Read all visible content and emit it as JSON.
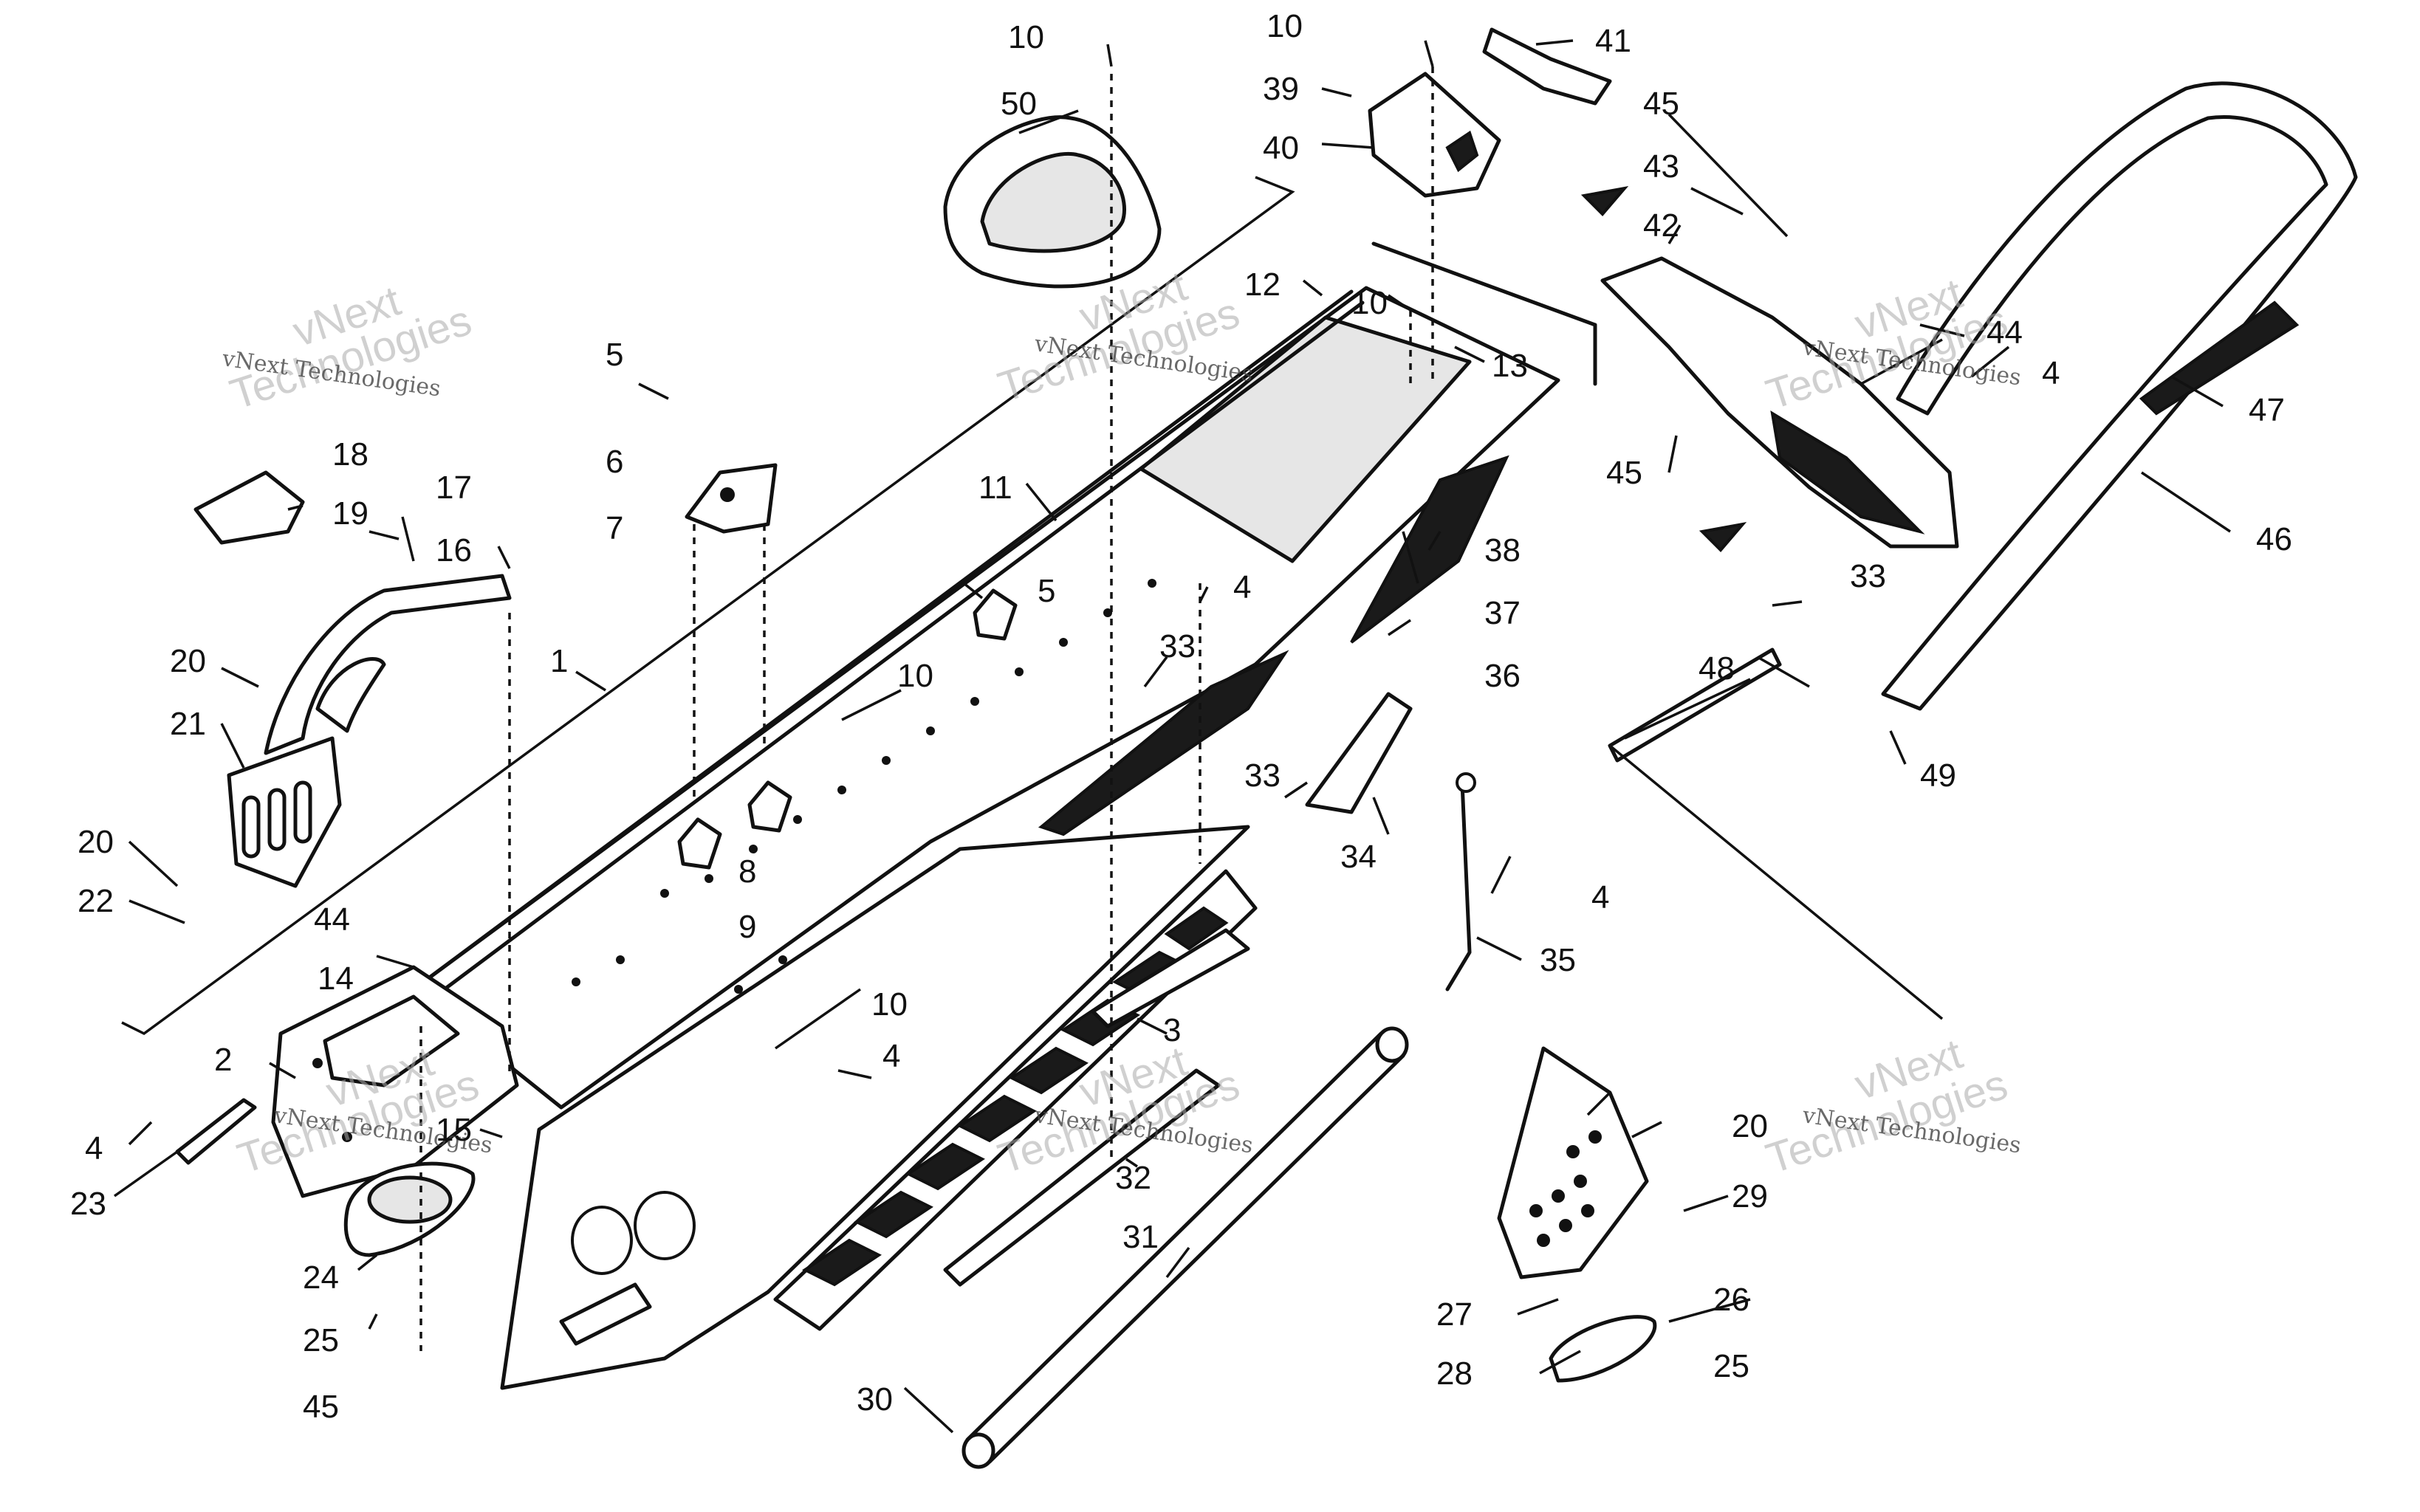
{
  "watermark": {
    "brand": "vNext",
    "name": "Technologies",
    "full": "vNext Technologies"
  },
  "callouts": [
    {
      "id": "c1",
      "label": "1"
    },
    {
      "id": "c2",
      "label": "2"
    },
    {
      "id": "c3",
      "label": "3"
    },
    {
      "id": "c4a",
      "label": "4"
    },
    {
      "id": "c4b",
      "label": "4"
    },
    {
      "id": "c4c",
      "label": "4"
    },
    {
      "id": "c4d",
      "label": "4"
    },
    {
      "id": "c4e",
      "label": "4"
    },
    {
      "id": "c5a",
      "label": "5"
    },
    {
      "id": "c5b",
      "label": "5"
    },
    {
      "id": "c6",
      "label": "6"
    },
    {
      "id": "c7",
      "label": "7"
    },
    {
      "id": "c8",
      "label": "8"
    },
    {
      "id": "c9",
      "label": "9"
    },
    {
      "id": "c10a",
      "label": "10"
    },
    {
      "id": "c10b",
      "label": "10"
    },
    {
      "id": "c10c",
      "label": "10"
    },
    {
      "id": "c10d",
      "label": "10"
    },
    {
      "id": "c10e",
      "label": "10"
    },
    {
      "id": "c11",
      "label": "11"
    },
    {
      "id": "c12",
      "label": "12"
    },
    {
      "id": "c13",
      "label": "13"
    },
    {
      "id": "c14",
      "label": "14"
    },
    {
      "id": "c15",
      "label": "15"
    },
    {
      "id": "c16",
      "label": "16"
    },
    {
      "id": "c17",
      "label": "17"
    },
    {
      "id": "c18",
      "label": "18"
    },
    {
      "id": "c19",
      "label": "19"
    },
    {
      "id": "c20a",
      "label": "20"
    },
    {
      "id": "c20b",
      "label": "20"
    },
    {
      "id": "c20c",
      "label": "20"
    },
    {
      "id": "c21",
      "label": "21"
    },
    {
      "id": "c22",
      "label": "22"
    },
    {
      "id": "c23",
      "label": "23"
    },
    {
      "id": "c24",
      "label": "24"
    },
    {
      "id": "c25a",
      "label": "25"
    },
    {
      "id": "c25b",
      "label": "25"
    },
    {
      "id": "c26",
      "label": "26"
    },
    {
      "id": "c27",
      "label": "27"
    },
    {
      "id": "c28",
      "label": "28"
    },
    {
      "id": "c29",
      "label": "29"
    },
    {
      "id": "c30",
      "label": "30"
    },
    {
      "id": "c31",
      "label": "31"
    },
    {
      "id": "c32",
      "label": "32"
    },
    {
      "id": "c33a",
      "label": "33"
    },
    {
      "id": "c33b",
      "label": "33"
    },
    {
      "id": "c33c",
      "label": "33"
    },
    {
      "id": "c34",
      "label": "34"
    },
    {
      "id": "c35",
      "label": "35"
    },
    {
      "id": "c36",
      "label": "36"
    },
    {
      "id": "c37",
      "label": "37"
    },
    {
      "id": "c38",
      "label": "38"
    },
    {
      "id": "c39",
      "label": "39"
    },
    {
      "id": "c40",
      "label": "40"
    },
    {
      "id": "c41",
      "label": "41"
    },
    {
      "id": "c42",
      "label": "42"
    },
    {
      "id": "c43",
      "label": "43"
    },
    {
      "id": "c44a",
      "label": "44"
    },
    {
      "id": "c44b",
      "label": "44"
    },
    {
      "id": "c45a",
      "label": "45"
    },
    {
      "id": "c45b",
      "label": "45"
    },
    {
      "id": "c45c",
      "label": "45"
    },
    {
      "id": "c46",
      "label": "46"
    },
    {
      "id": "c47",
      "label": "47"
    },
    {
      "id": "c48",
      "label": "48"
    },
    {
      "id": "c49",
      "label": "49"
    },
    {
      "id": "c50",
      "label": "50"
    }
  ]
}
